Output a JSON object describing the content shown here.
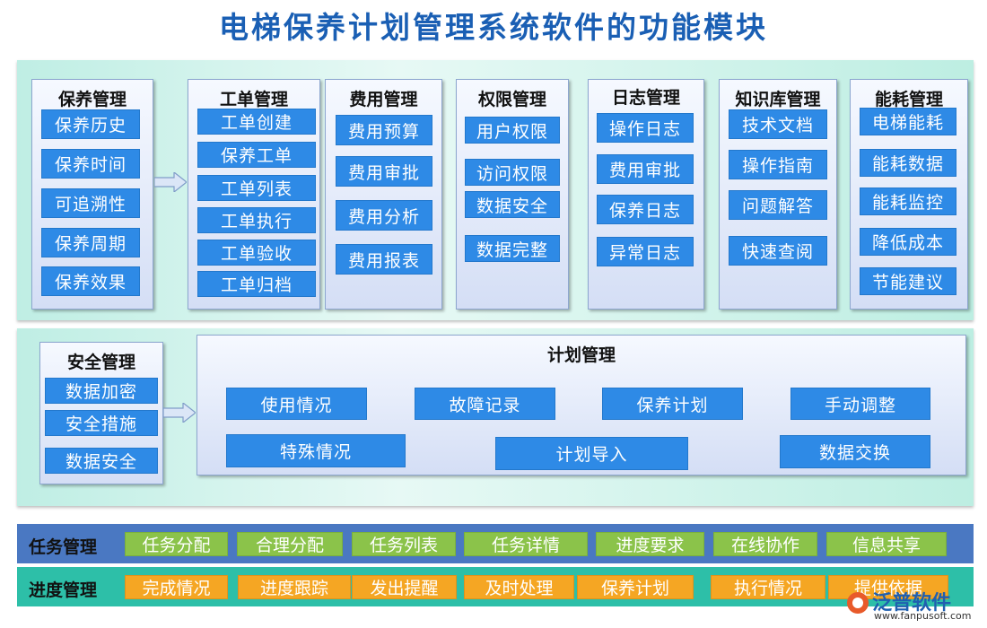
{
  "title": "电梯保养计划管理系统软件的功能模块",
  "modules": [
    {
      "title": "保养管理",
      "items": [
        "保养历史",
        "保养时间",
        "可追溯性",
        "保养周期",
        "保养效果"
      ]
    },
    {
      "title": "工单管理",
      "items": [
        "工单创建",
        "保养工单",
        "工单列表",
        "工单执行",
        "工单验收",
        "工单归档"
      ]
    },
    {
      "title": "费用管理",
      "items": [
        "费用预算",
        "费用审批",
        "费用分析",
        "费用报表"
      ]
    },
    {
      "title": "权限管理",
      "items": [
        "用户权限",
        "访问权限",
        "数据安全",
        "数据完整"
      ]
    },
    {
      "title": "日志管理",
      "items": [
        "操作日志",
        "费用审批",
        "保养日志",
        "异常日志"
      ]
    },
    {
      "title": "知识库管理",
      "items": [
        "技术文档",
        "操作指南",
        "问题解答",
        "快速查阅"
      ]
    },
    {
      "title": "能耗管理",
      "items": [
        "电梯能耗",
        "能耗数据",
        "能耗监控",
        "降低成本",
        "节能建议"
      ]
    }
  ],
  "security": {
    "title": "安全管理",
    "items": [
      "数据加密",
      "安全措施",
      "数据安全"
    ]
  },
  "plan": {
    "title": "计划管理",
    "row1": [
      "使用情况",
      "故障记录",
      "保养计划",
      "手动调整"
    ],
    "row2": [
      "特殊情况",
      "计划导入",
      "数据交换"
    ]
  },
  "task_row": {
    "label": "任务管理",
    "items": [
      "任务分配",
      "合理分配",
      "任务列表",
      "任务详情",
      "进度要求",
      "在线协作",
      "信息共享"
    ]
  },
  "progress_row": {
    "label": "进度管理",
    "items": [
      "完成情况",
      "进度跟踪",
      "发出提醒",
      "及时处理",
      "保养计划",
      "执行情况",
      "提供依据"
    ]
  },
  "watermark": {
    "name": "泛普软件",
    "url": "www.fanpusoft.com"
  },
  "colors": {
    "title": "#1a5fb4",
    "button": "#2e8ae6",
    "green": "#8bc34a",
    "orange": "#f5a623",
    "task_band": "#4a78c2",
    "progress_band": "#2dbfa8"
  }
}
